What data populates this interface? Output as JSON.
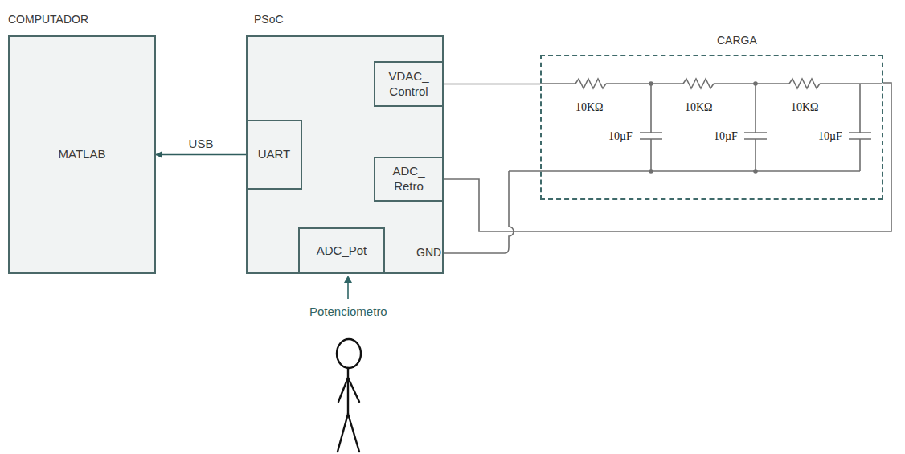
{
  "diagram": {
    "nodes": [
      {
        "text": [
          "COMPUTADOR",
          "MATLAB"
        ]
      },
      {
        "text": [
          "PSoC"
        ]
      },
      {
        "text": [
          "VDAC_ Control"
        ],
        "in": 1
      },
      {
        "text": [
          "UART"
        ],
        "in": 1
      },
      {
        "text": [
          "ADC_ Retro"
        ],
        "in": 1
      },
      {
        "text": [
          "ADC_Pot"
        ],
        "in": 1
      },
      {
        "text": [
          "CARGA"
        ]
      }
    ],
    "edges": [
      {
        "from": 3,
        "to": 0,
        "label": "USB",
        "arrow": "to"
      },
      {
        "from": 2,
        "to": 6,
        "arrow": "none"
      },
      {
        "from": 4,
        "to": 6,
        "arrow": "none"
      }
    ],
    "labels": [
      "GND",
      "10KΩ",
      "10KΩ",
      "10KΩ",
      "10µF",
      "10µF",
      "10µF",
      "Potenciometro"
    ]
  }
}
